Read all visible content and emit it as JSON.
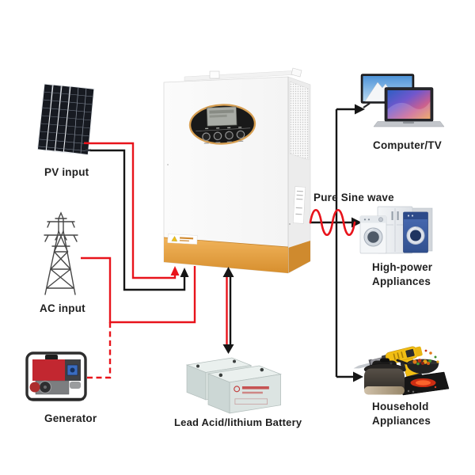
{
  "page": {
    "type": "solar-inverter-system-diagram",
    "background": "#ffffff"
  },
  "colors": {
    "wire_red": "#e8131b",
    "wire_black": "#161616",
    "inverter_band_orange": "#e8a544",
    "display_ring_gold": "#d79f52",
    "battery_body": "#dce4e2",
    "label_text": "#1f1f1f"
  },
  "nodes": {
    "pv": {
      "label": "PV input"
    },
    "ac": {
      "label": "AC input"
    },
    "generator": {
      "label": "Generator"
    },
    "battery": {
      "label": "Lead Acid/lithium Battery"
    },
    "computer_tv": {
      "label": "Computer/TV"
    },
    "high_power": {
      "line1": "High-power",
      "line2": "Appliances"
    },
    "household": {
      "line1": "Household",
      "line2": "Appliances"
    }
  },
  "annotations": {
    "sine_wave_label": "Pure Sine wave"
  },
  "connections": [
    {
      "from": "PV input",
      "to": "Inverter",
      "line": "red + black solid, arrows into inverter bottom"
    },
    {
      "from": "AC input",
      "to": "Inverter",
      "line": "red solid"
    },
    {
      "from": "Generator",
      "to": "AC input line",
      "line": "red dashed"
    },
    {
      "from": "Inverter",
      "to": "Lead Acid/lithium Battery",
      "line": "double-headed red/black arrow"
    },
    {
      "from": "Inverter",
      "to": "Computer/TV",
      "line": "black arrow"
    },
    {
      "from": "Inverter",
      "to": "High-power Appliances",
      "line": "black arrow with red sine wave"
    },
    {
      "from": "Inverter",
      "to": "Household Appliances",
      "line": "black arrow"
    }
  ]
}
